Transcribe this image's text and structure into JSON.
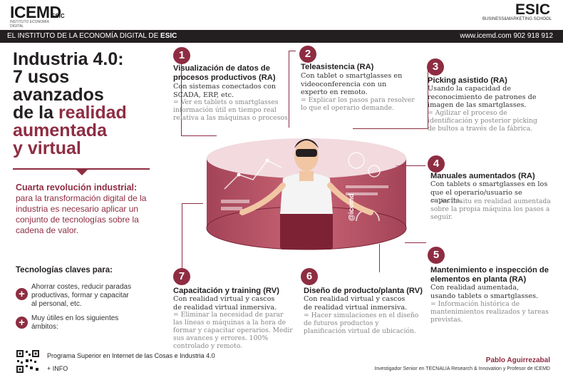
{
  "header": {
    "logo_left": "ICEMD",
    "logo_left_sub": "INSTITUTO ECONOMÍA DIGITAL",
    "logo_left_esic": "ESIC",
    "logo_right": "ESIC",
    "logo_right_sub": "BUSINESS&MARKETING SCHOOL",
    "bar_left_prefix": "EL INSTITUTO DE LA ECONOMÍA DIGITAL DE",
    "bar_left_brand": "ESIC",
    "bar_right": "www.icemd.com  902 918 912"
  },
  "title": {
    "line1": "Industria 4.0:",
    "line2": "7 usos",
    "line3": "avanzados",
    "line4_plain": "de la",
    "line4_accent": "realidad",
    "line5": "aumentada",
    "line6": "y virtual"
  },
  "revolution": {
    "title": "Cuarta revolución industrial:",
    "text": "para la transformación digital de la industria es necesario aplicar un conjunto de tecnologías sobre la cadena de valor."
  },
  "technologies": {
    "title": "Tecnologías claves para:",
    "items": [
      {
        "symbol": "+",
        "text": "Ahorrar costes, reducir paradas productivas, formar y capacitar al personal, etc."
      },
      {
        "symbol": "+",
        "text": "Muy útiles en los siguientes ámbitos:"
      }
    ]
  },
  "features": [
    {
      "num": "1",
      "title": "Visualización de datos de procesos productivos (RA)",
      "desc": "Con sistemas conectados con SCADA, ERP, etc.",
      "note": "= Ver en tablets o smartglasses información útil en tiempo real relativa a las máquinas o procesos."
    },
    {
      "num": "2",
      "title": "Teleasistencia (RA)",
      "desc": "Con tablet o smartglasses en videoconferencia con un experto en remoto.",
      "note": "= Explicar los pasos para resolver lo que el operario demande."
    },
    {
      "num": "3",
      "title": "Picking asistido (RA)",
      "desc": "Usando la capacidad de reconocimiento de patrones de imagen de las smartglasses.",
      "note": "= Agilizar el proceso de identificación y posterior picking de bultos a través de la fábrica."
    },
    {
      "num": "4",
      "title": "Manuales aumentados (RA)",
      "desc": "Con tablets o smartglasses en los que el operario/usuario se capacita.",
      "note": "= Ver in situ en realidad aumentada sobre la propia máquina los pasos a seguir."
    },
    {
      "num": "5",
      "title": "Mantenimiento e inspección de elementos en planta (RA)",
      "desc": "Con realidad aumentada, usando tablets o smartglasses.",
      "note": "= Información histórica de mantenimientos realizados y tareas previstas."
    },
    {
      "num": "6",
      "title": "Diseño de producto/planta (RV)",
      "desc": "Con realidad virtual y cascos de realidad virtual inmersiva.",
      "note": "= Hacer simulaciones en el diseño de futuros productos y planificación virtual de ubicación."
    },
    {
      "num": "7",
      "title": "Capacitación y training (RV)",
      "desc": "Con realidad virtual y cascos de realidad virtual inmersiva.",
      "note": "= Eliminar la necesidad de parar las líneas o máquinas a la hora de formar y capacitar operarios. Medir sus avances y errores. 100% controlado y remoto."
    }
  ],
  "illustration": {
    "watermark": "@icemd"
  },
  "footer": {
    "program": "Programa Superior en Internet de las Cosas e Industria 4.0",
    "info": "+ INFO",
    "author": "Pablo Aguirrezabal",
    "author_role": "Investigador Senior en TECNALIA Research & Innovation y Profesor de ICEMD"
  },
  "colors": {
    "accent": "#8e2d42",
    "dark": "#231f20"
  }
}
